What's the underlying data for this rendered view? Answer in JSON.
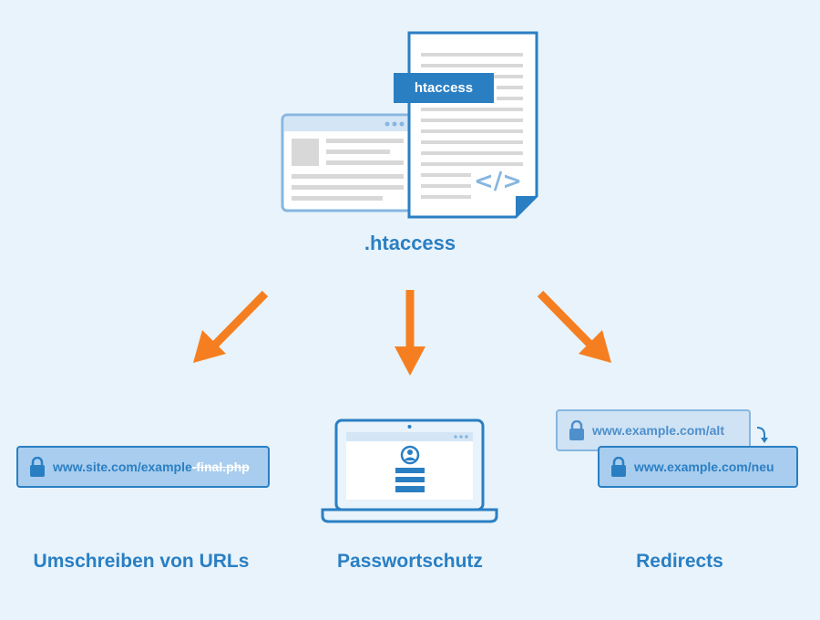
{
  "header": {
    "badge": "htaccess",
    "code_icon": "</>",
    "title": ".htaccess"
  },
  "features": [
    {
      "caption": "Umschreiben von URLs",
      "url_main": "www.site.com/example",
      "url_removed": "-final.php"
    },
    {
      "caption": "Passwortschutz"
    },
    {
      "caption": "Redirects",
      "url_old": "www.example.com/alt",
      "url_new": "www.example.com/neu"
    }
  ],
  "colors": {
    "background": "#e8f3fb",
    "primary_blue": "#2a7fc3",
    "light_blue": "#a9cdee",
    "orange_arrow": "#f57f20"
  }
}
